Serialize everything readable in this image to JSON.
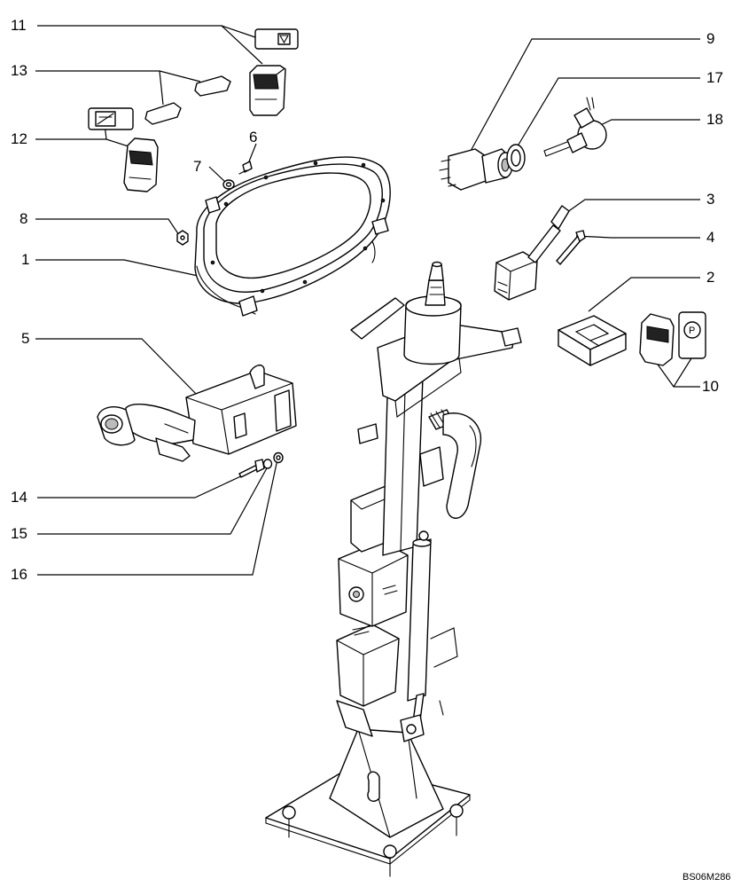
{
  "callouts": {
    "c1": "1",
    "c2": "2",
    "c3": "3",
    "c4": "4",
    "c5": "5",
    "c6": "6",
    "c7": "7",
    "c8": "8",
    "c9": "9",
    "c10": "10",
    "c11": "11",
    "c12": "12",
    "c13": "13",
    "c14": "14",
    "c15": "15",
    "c16": "16",
    "c17": "17",
    "c18": "18"
  },
  "symbols": {
    "parking_letter": "P"
  },
  "drawing_code": "BS06M286"
}
